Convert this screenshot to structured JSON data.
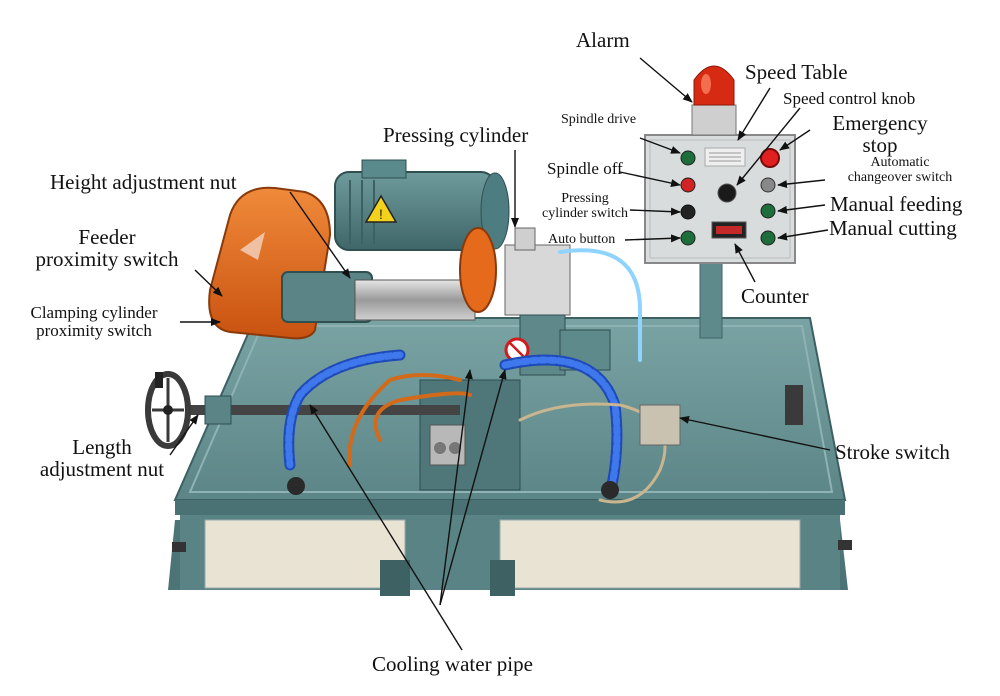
{
  "labels": {
    "alarm": "Alarm",
    "speed_table": "Speed Table",
    "speed_control_knob": "Speed control knob",
    "spindle_drive": "Spindle drive",
    "emergency_stop_1": "Emergency",
    "emergency_stop_2": "stop",
    "spindle_off": "Spindle off",
    "automatic_changeover_1": "Automatic",
    "automatic_changeover_2": "changeover switch",
    "pressing_cylinder": "Pressing cylinder",
    "pressing_cylinder_switch_1": "Pressing",
    "pressing_cylinder_switch_2": "cylinder switch",
    "manual_feeding": "Manual feeding",
    "height_adjustment_nut": "Height adjustment nut",
    "auto_button": "Auto button",
    "manual_cutting": "Manual cutting",
    "feeder_proximity_1": "Feeder",
    "feeder_proximity_2": "proximity switch",
    "counter": "Counter",
    "clamping_proximity_1": "Clamping cylinder",
    "clamping_proximity_2": "proximity switch",
    "length_adjustment_1": "Length",
    "length_adjustment_2": "adjustment nut",
    "stroke_switch": "Stroke switch",
    "cooling_water_pipe": "Cooling water pipe"
  },
  "colors": {
    "machine_body": "#5f8a8c",
    "machine_dark": "#3f6466",
    "motor_teal": "#4d7d80",
    "belt_guard_orange": "#e66a1c",
    "coolant_blue": "#2c5fd6",
    "alarm_red": "#d62a12",
    "panel_gray": "#d9dcdc",
    "door_cream": "#e8e3d3"
  },
  "icons": [
    "alarm-lamp-icon",
    "warning-triangle-icon",
    "handwheel-icon",
    "no-hands-sign-icon"
  ]
}
